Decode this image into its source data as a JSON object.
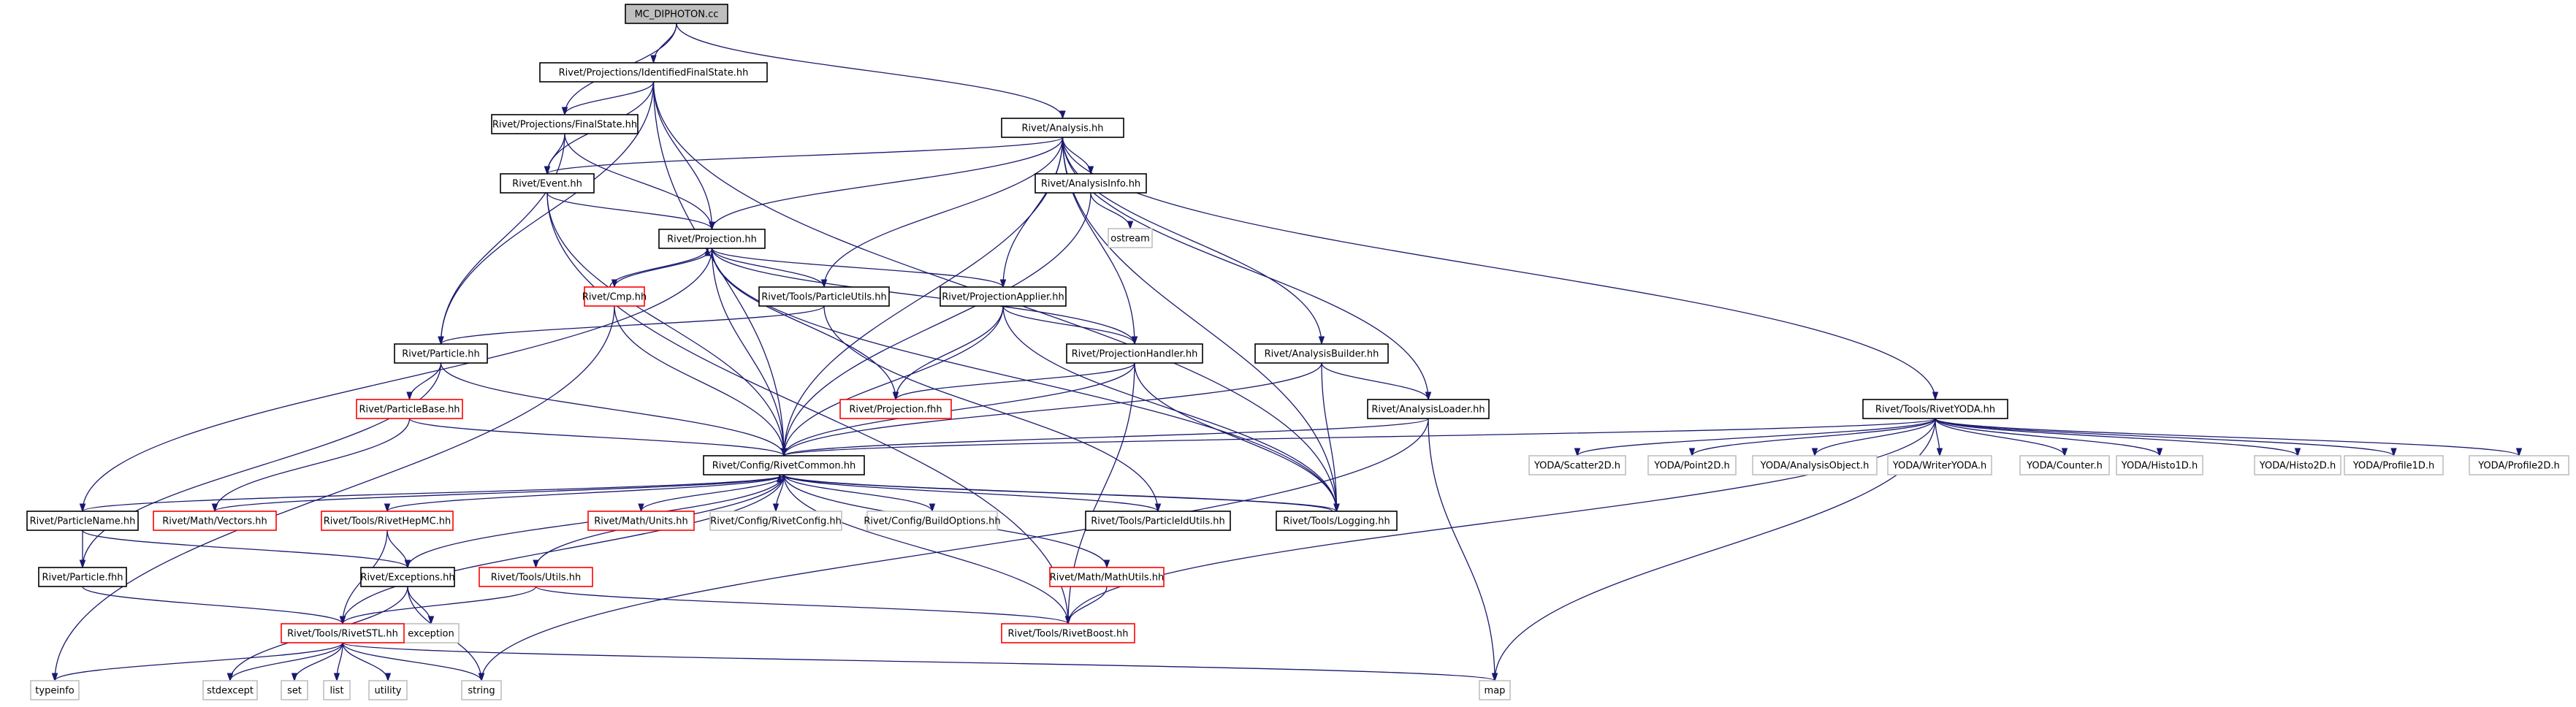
{
  "colors": {
    "edge": "#191970",
    "documented": "#000000",
    "undocumented": "#ff0000",
    "external": "#bfbfbf",
    "root_fill": "#bfbfbf"
  },
  "nodes": [
    {
      "id": "root",
      "label": "MC_DIPHOTON.cc",
      "kind": "root"
    },
    {
      "id": "ifs",
      "label": "Rivet/Projections/IdentifiedFinalState.hh",
      "kind": "documented"
    },
    {
      "id": "ana",
      "label": "Rivet/Analysis.hh",
      "kind": "documented"
    },
    {
      "id": "fs",
      "label": "Rivet/Projections/FinalState.hh",
      "kind": "documented"
    },
    {
      "id": "event",
      "label": "Rivet/Event.hh",
      "kind": "documented"
    },
    {
      "id": "ainfo",
      "label": "Rivet/AnalysisInfo.hh",
      "kind": "documented"
    },
    {
      "id": "ostream",
      "label": "ostream",
      "kind": "external"
    },
    {
      "id": "proj",
      "label": "Rivet/Projection.hh",
      "kind": "documented"
    },
    {
      "id": "cmp",
      "label": "Rivet/Cmp.hh",
      "kind": "undocumented"
    },
    {
      "id": "putils",
      "label": "Rivet/Tools/ParticleUtils.hh",
      "kind": "documented"
    },
    {
      "id": "papplier",
      "label": "Rivet/ProjectionApplier.hh",
      "kind": "documented"
    },
    {
      "id": "abuilder",
      "label": "Rivet/AnalysisBuilder.hh",
      "kind": "documented"
    },
    {
      "id": "particle",
      "label": "Rivet/Particle.hh",
      "kind": "documented"
    },
    {
      "id": "phandler",
      "label": "Rivet/ProjectionHandler.hh",
      "kind": "documented"
    },
    {
      "id": "pbase",
      "label": "Rivet/ParticleBase.hh",
      "kind": "undocumented"
    },
    {
      "id": "projfhh",
      "label": "Rivet/Projection.fhh",
      "kind": "undocumented"
    },
    {
      "id": "aloader",
      "label": "Rivet/AnalysisLoader.hh",
      "kind": "documented"
    },
    {
      "id": "ryoda",
      "label": "Rivet/Tools/RivetYODA.hh",
      "kind": "documented"
    },
    {
      "id": "common",
      "label": "Rivet/Config/RivetCommon.hh",
      "kind": "documented"
    },
    {
      "id": "scatter",
      "label": "YODA/Scatter2D.h",
      "kind": "external"
    },
    {
      "id": "point",
      "label": "YODA/Point2D.h",
      "kind": "external"
    },
    {
      "id": "aobj",
      "label": "YODA/AnalysisObject.h",
      "kind": "external"
    },
    {
      "id": "writer",
      "label": "YODA/WriterYODA.h",
      "kind": "external"
    },
    {
      "id": "counter",
      "label": "YODA/Counter.h",
      "kind": "external"
    },
    {
      "id": "h1d",
      "label": "YODA/Histo1D.h",
      "kind": "external"
    },
    {
      "id": "h2d",
      "label": "YODA/Histo2D.h",
      "kind": "external"
    },
    {
      "id": "p1d",
      "label": "YODA/Profile1D.h",
      "kind": "external"
    },
    {
      "id": "p2d",
      "label": "YODA/Profile2D.h",
      "kind": "external"
    },
    {
      "id": "pname",
      "label": "Rivet/ParticleName.hh",
      "kind": "documented"
    },
    {
      "id": "vectors",
      "label": "Rivet/Math/Vectors.hh",
      "kind": "undocumented"
    },
    {
      "id": "hepmc",
      "label": "Rivet/Tools/RivetHepMC.hh",
      "kind": "undocumented"
    },
    {
      "id": "units",
      "label": "Rivet/Math/Units.hh",
      "kind": "undocumented"
    },
    {
      "id": "rconfig",
      "label": "Rivet/Config/RivetConfig.hh",
      "kind": "external"
    },
    {
      "id": "bopts",
      "label": "Rivet/Config/BuildOptions.hh",
      "kind": "external"
    },
    {
      "id": "pidutils",
      "label": "Rivet/Tools/ParticleIdUtils.hh",
      "kind": "documented"
    },
    {
      "id": "logging",
      "label": "Rivet/Tools/Logging.hh",
      "kind": "documented"
    },
    {
      "id": "pfhh",
      "label": "Rivet/Particle.fhh",
      "kind": "documented"
    },
    {
      "id": "except",
      "label": "Rivet/Exceptions.hh",
      "kind": "documented"
    },
    {
      "id": "tutils",
      "label": "Rivet/Tools/Utils.hh",
      "kind": "undocumented"
    },
    {
      "id": "mutils",
      "label": "Rivet/Math/MathUtils.hh",
      "kind": "undocumented"
    },
    {
      "id": "exception",
      "label": "exception",
      "kind": "external"
    },
    {
      "id": "stl",
      "label": "Rivet/Tools/RivetSTL.hh",
      "kind": "undocumented"
    },
    {
      "id": "rboost",
      "label": "Rivet/Tools/RivetBoost.hh",
      "kind": "undocumented"
    },
    {
      "id": "typeinfo",
      "label": "typeinfo",
      "kind": "external"
    },
    {
      "id": "stdexcept",
      "label": "stdexcept",
      "kind": "external"
    },
    {
      "id": "set",
      "label": "set",
      "kind": "external"
    },
    {
      "id": "list",
      "label": "list",
      "kind": "external"
    },
    {
      "id": "utility",
      "label": "utility",
      "kind": "external"
    },
    {
      "id": "string",
      "label": "string",
      "kind": "external"
    },
    {
      "id": "map",
      "label": "map",
      "kind": "external"
    }
  ],
  "edges": [
    [
      "root",
      "ifs"
    ],
    [
      "root",
      "ana"
    ],
    [
      "root",
      "fs"
    ],
    [
      "ifs",
      "fs"
    ],
    [
      "ifs",
      "event"
    ],
    [
      "ifs",
      "proj"
    ],
    [
      "ifs",
      "particle"
    ],
    [
      "ifs",
      "common"
    ],
    [
      "ifs",
      "logging"
    ],
    [
      "fs",
      "event"
    ],
    [
      "fs",
      "proj"
    ],
    [
      "fs",
      "particle"
    ],
    [
      "ana",
      "event"
    ],
    [
      "ana",
      "proj"
    ],
    [
      "ana",
      "ainfo"
    ],
    [
      "ana",
      "putils"
    ],
    [
      "ana",
      "papplier"
    ],
    [
      "ana",
      "phandler"
    ],
    [
      "ana",
      "abuilder"
    ],
    [
      "ana",
      "aloader"
    ],
    [
      "ana",
      "ryoda"
    ],
    [
      "ana",
      "common"
    ],
    [
      "ana",
      "logging"
    ],
    [
      "ainfo",
      "ostream"
    ],
    [
      "ainfo",
      "common"
    ],
    [
      "event",
      "proj"
    ],
    [
      "event",
      "common"
    ],
    [
      "event",
      "rboost"
    ],
    [
      "proj",
      "cmp"
    ],
    [
      "proj",
      "putils"
    ],
    [
      "proj",
      "papplier"
    ],
    [
      "proj",
      "phandler"
    ],
    [
      "proj",
      "projfhh"
    ],
    [
      "proj",
      "common"
    ],
    [
      "proj",
      "logging"
    ],
    [
      "proj",
      "pname"
    ],
    [
      "cmp",
      "proj"
    ],
    [
      "cmp",
      "common"
    ],
    [
      "cmp",
      "typeinfo"
    ],
    [
      "putils",
      "particle"
    ],
    [
      "putils",
      "pidutils"
    ],
    [
      "papplier",
      "phandler"
    ],
    [
      "papplier",
      "projfhh"
    ],
    [
      "papplier",
      "common"
    ],
    [
      "papplier",
      "logging"
    ],
    [
      "abuilder",
      "aloader"
    ],
    [
      "abuilder",
      "common"
    ],
    [
      "abuilder",
      "logging"
    ],
    [
      "particle",
      "pbase"
    ],
    [
      "particle",
      "common"
    ],
    [
      "particle",
      "pfhh"
    ],
    [
      "phandler",
      "projfhh"
    ],
    [
      "phandler",
      "common"
    ],
    [
      "phandler",
      "logging"
    ],
    [
      "phandler",
      "rboost"
    ],
    [
      "pbase",
      "common"
    ],
    [
      "pbase",
      "vectors"
    ],
    [
      "aloader",
      "common"
    ],
    [
      "aloader",
      "map"
    ],
    [
      "aloader",
      "string"
    ],
    [
      "ryoda",
      "common"
    ],
    [
      "ryoda",
      "scatter"
    ],
    [
      "ryoda",
      "point"
    ],
    [
      "ryoda",
      "aobj"
    ],
    [
      "ryoda",
      "writer"
    ],
    [
      "ryoda",
      "counter"
    ],
    [
      "ryoda",
      "h1d"
    ],
    [
      "ryoda",
      "h2d"
    ],
    [
      "ryoda",
      "p1d"
    ],
    [
      "ryoda",
      "p2d"
    ],
    [
      "ryoda",
      "rboost"
    ],
    [
      "ryoda",
      "map"
    ],
    [
      "common",
      "pname"
    ],
    [
      "common",
      "vectors"
    ],
    [
      "common",
      "hepmc"
    ],
    [
      "common",
      "units"
    ],
    [
      "common",
      "rconfig"
    ],
    [
      "common",
      "bopts"
    ],
    [
      "common",
      "pidutils"
    ],
    [
      "common",
      "logging"
    ],
    [
      "common",
      "except"
    ],
    [
      "common",
      "tutils"
    ],
    [
      "common",
      "mutils"
    ],
    [
      "common",
      "stl"
    ],
    [
      "common",
      "rboost"
    ],
    [
      "logging",
      "common"
    ],
    [
      "pname",
      "pfhh"
    ],
    [
      "pname",
      "except"
    ],
    [
      "hepmc",
      "except"
    ],
    [
      "hepmc",
      "stl"
    ],
    [
      "pfhh",
      "stl"
    ],
    [
      "except",
      "exception"
    ],
    [
      "except",
      "stdexcept"
    ],
    [
      "except",
      "string"
    ],
    [
      "tutils",
      "stl"
    ],
    [
      "tutils",
      "rboost"
    ],
    [
      "mutils",
      "rboost"
    ],
    [
      "stl",
      "typeinfo"
    ],
    [
      "stl",
      "stdexcept"
    ],
    [
      "stl",
      "set"
    ],
    [
      "stl",
      "list"
    ],
    [
      "stl",
      "utility"
    ],
    [
      "stl",
      "string"
    ],
    [
      "stl",
      "map"
    ]
  ]
}
